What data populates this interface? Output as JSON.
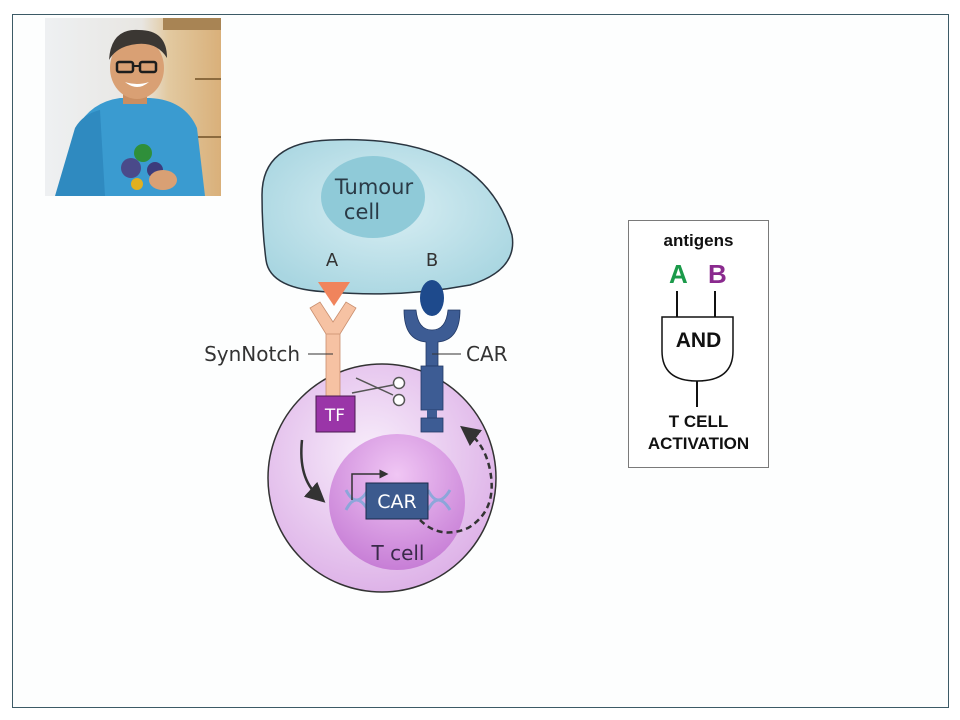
{
  "slide": {
    "portrait": {
      "description": "photo of a smiling man in glasses and blue shirt holding a protein model",
      "icon": "portrait-photo"
    },
    "diagram": {
      "tumour_label_line1": "Tumour",
      "tumour_label_line2": "cell",
      "antigen_a_label": "A",
      "antigen_b_label": "B",
      "synnotch_label": "SynNotch",
      "car_receptor_label": "CAR",
      "tf_label": "TF",
      "car_gene_label": "CAR",
      "tcell_label": "T cell",
      "icons": [
        "scissors-icon",
        "promoter-arrow-icon",
        "dna-helix-icon",
        "curved-arrow-icon",
        "dashed-arrow-icon"
      ]
    },
    "logic_gate": {
      "title": "antigens",
      "input_a": "A",
      "input_b": "B",
      "gate": "AND",
      "output_line1": "T CELL",
      "output_line2": "ACTIVATION"
    },
    "colors": {
      "frame": "#3c5a66",
      "tumour_cell": "#b4dde6",
      "tumour_nucleus": "#8fcad8",
      "t_cell": "#e9c8f0",
      "t_cell_nucleus": "#cf8fdb",
      "synnotch": "#f6c2a3",
      "antigen_a": "#f0845c",
      "car_receptor": "#3d5c94",
      "antigen_b": "#1e4a8c",
      "tf": "#9a35a8",
      "car_gene": "#3c5a8e",
      "gate_a": "#1b9a4a",
      "gate_b": "#8a2a8e"
    }
  }
}
